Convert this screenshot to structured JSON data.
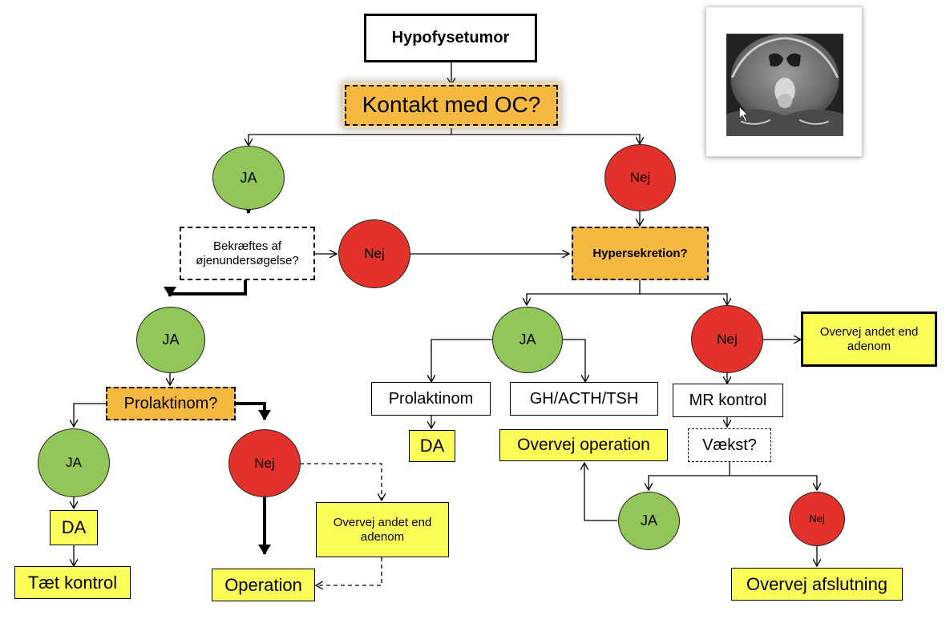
{
  "nodes": {
    "hypofysetumor": "Hypofysetumor",
    "kontakt_oc": "Kontakt med OC?",
    "ja_top": "JA",
    "nej_top": "Nej",
    "bekraeftes": "Bekræftes af øjenundersøgelse?",
    "nej_bekraeftes": "Nej",
    "hypersekretion": "Hypersekretion?",
    "ja_bekraeftes": "JA",
    "prolaktinom_q": "Prolaktinom?",
    "ja_prolaktinom": "JA",
    "nej_prolaktinom": "Nej",
    "da_left": "DA",
    "taet_kontrol": "Tæt kontrol",
    "overvej_andet_left": "Overvej andet end adenom",
    "operation": "Operation",
    "ja_hyper": "JA",
    "nej_hyper": "Nej",
    "overvej_andet_right": "Overvej andet end adenom",
    "prolaktinom_right": "Prolaktinom",
    "gh_acth_tsh": "GH/ACTH/TSH",
    "mr_kontrol": "MR kontrol",
    "da_right": "DA",
    "overvej_operation": "Overvej operation",
    "vaekst": "Vækst?",
    "ja_vaekst": "JA",
    "nej_vaekst": "Nej",
    "overvej_afslutning": "Overvej afslutning"
  },
  "colors": {
    "green": "#92c659",
    "red": "#e3322b",
    "orange": "#f5b942",
    "yellow": "#fdfd5a"
  },
  "image": {
    "icon": "mri-brain-scan"
  }
}
